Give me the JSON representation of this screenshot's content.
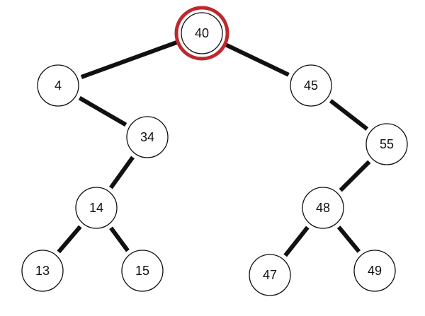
{
  "tree": {
    "highlight_color": "#c0272d",
    "line_color": "#111111",
    "highlighted_node": "40",
    "nodes": [
      {
        "key": "n40",
        "label": "40"
      },
      {
        "key": "n4",
        "label": "4"
      },
      {
        "key": "n45",
        "label": "45"
      },
      {
        "key": "n34",
        "label": "34"
      },
      {
        "key": "n55",
        "label": "55"
      },
      {
        "key": "n14",
        "label": "14"
      },
      {
        "key": "n48",
        "label": "48"
      },
      {
        "key": "n13",
        "label": "13"
      },
      {
        "key": "n15",
        "label": "15"
      },
      {
        "key": "n47",
        "label": "47"
      },
      {
        "key": "n49",
        "label": "49"
      }
    ],
    "edges": [
      {
        "from": "n40",
        "to": "n4"
      },
      {
        "from": "n40",
        "to": "n45"
      },
      {
        "from": "n4",
        "to": "n34"
      },
      {
        "from": "n45",
        "to": "n55"
      },
      {
        "from": "n34",
        "to": "n14"
      },
      {
        "from": "n55",
        "to": "n48"
      },
      {
        "from": "n14",
        "to": "n13"
      },
      {
        "from": "n14",
        "to": "n15"
      },
      {
        "from": "n48",
        "to": "n47"
      },
      {
        "from": "n48",
        "to": "n49"
      }
    ]
  }
}
